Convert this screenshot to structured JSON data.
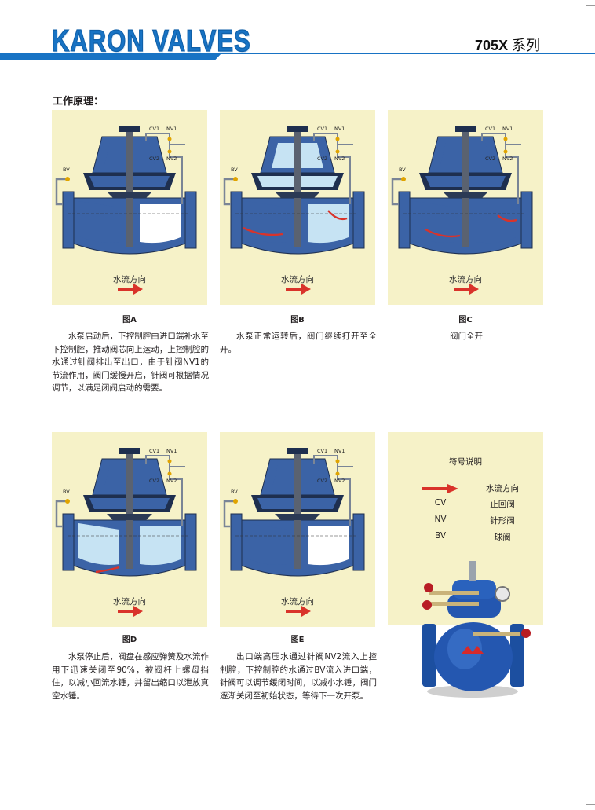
{
  "header": {
    "brand": "KARON VALVES",
    "series_code": "705X",
    "series_suffix": "系列"
  },
  "section_title": "工作原理：",
  "diagram_labels": {
    "cv1": "CV1",
    "nv1": "NV1",
    "cv2": "CV2",
    "nv2": "NV2",
    "bv": "BV",
    "flow_direction": "水流方向"
  },
  "figures": [
    {
      "id": "A",
      "caption": "图A",
      "text": "水泵启动后，下控制腔由进口端补水至下控制腔，推动阀芯向上运动，上控制腔的水通过针阀排出至出口，由于针阀NV1的节流作用，阀门缓慢开启，针阀可根据情况调节，以满足闭阀启动的需要。"
    },
    {
      "id": "B",
      "caption": "图B",
      "text": "水泵正常运转后，阀门继续打开至全开。"
    },
    {
      "id": "C",
      "caption": "图C",
      "text": "阀门全开"
    },
    {
      "id": "D",
      "caption": "图D",
      "text": "水泵停止后，阀盘在感应弹簧及水流作用下迅速关闭至90%，被阀杆上螺母挡住，以减小回流水锤，并留出缩口以泄放真空水锤。"
    },
    {
      "id": "E",
      "caption": "图E",
      "text": "出口端高压水通过针阀NV2流入上控制腔，下控制腔的水通过BV流入进口端，针阀可以调节缓闭时间，以减小水锤，阀门逐渐关闭至初始状态，等待下一次开泵。"
    }
  ],
  "legend": {
    "title": "符号说明",
    "items": [
      {
        "code": "",
        "meaning": "水流方向",
        "icon": "red-arrow-icon"
      },
      {
        "code": "CV",
        "meaning": "止回阀"
      },
      {
        "code": "NV",
        "meaning": "针形阀"
      },
      {
        "code": "BV",
        "meaning": "球阀"
      }
    ]
  },
  "colors": {
    "brand_blue": "#1873c4",
    "panel_bg": "#f6f2c8",
    "valve_blue": "#3b63a6",
    "valve_dark": "#1e2f4f",
    "water_light": "#c6e3f3",
    "flow_red": "#d9332a"
  }
}
